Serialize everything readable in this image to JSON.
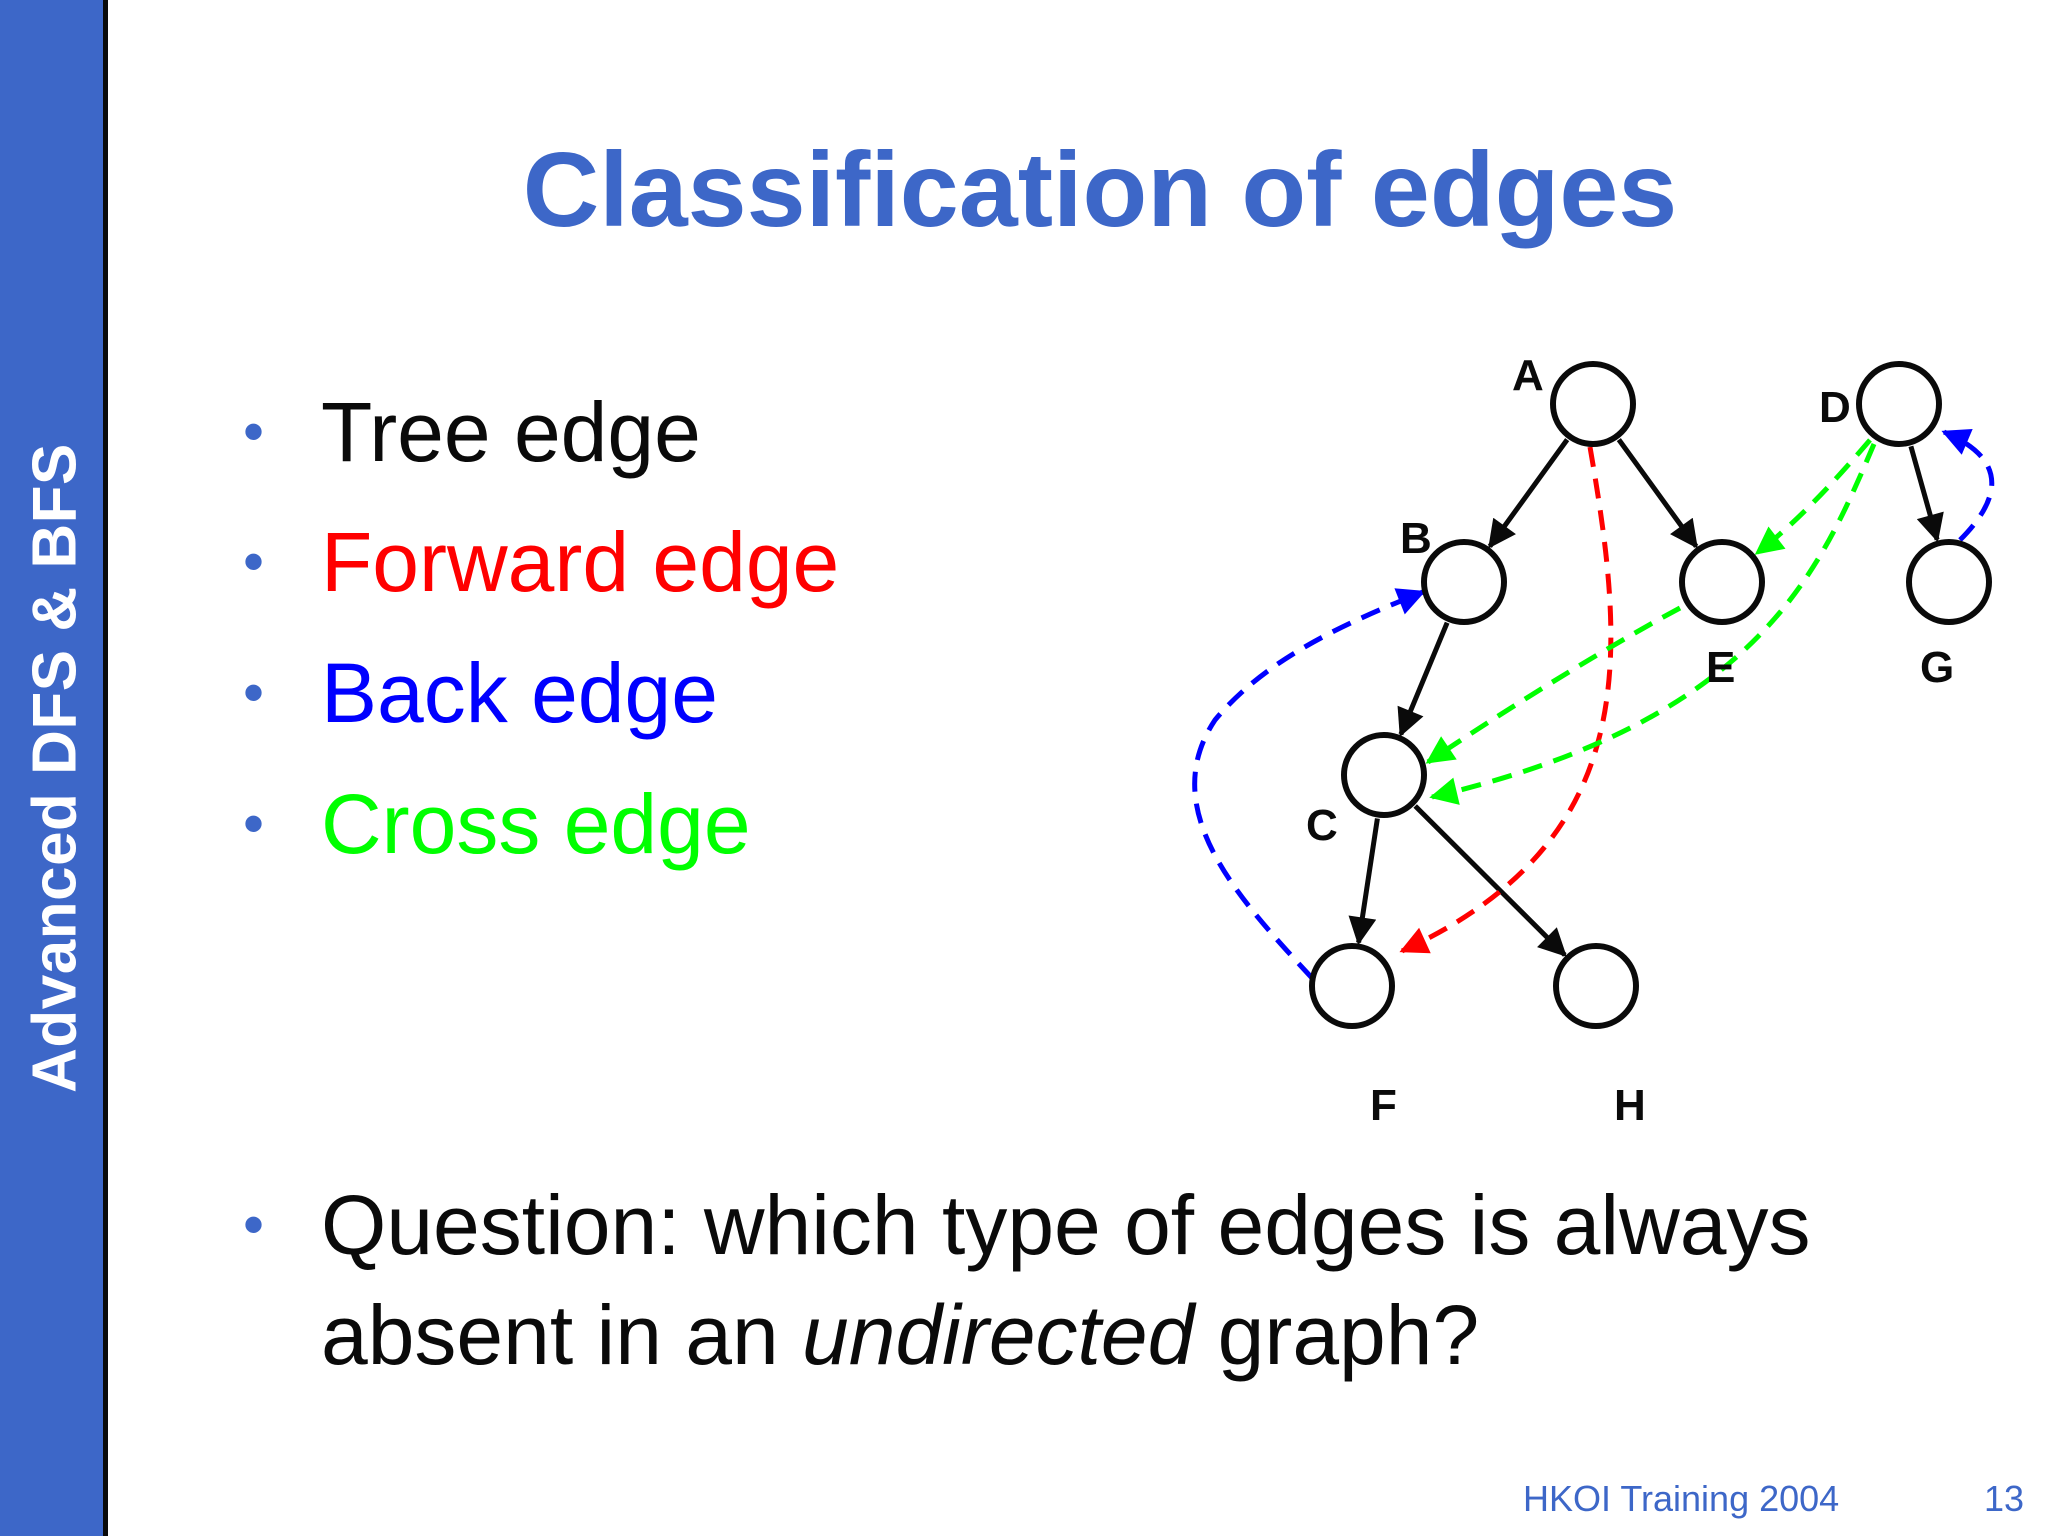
{
  "sidebar": {
    "title": "Advanced DFS & BFS"
  },
  "slide": {
    "title": "Classification of edges"
  },
  "bullets": [
    {
      "text": "Tree edge",
      "color": "#0a0a0a"
    },
    {
      "text": "Forward edge",
      "color": "#ff0000"
    },
    {
      "text": "Back edge",
      "color": "#0000ff"
    },
    {
      "text": "Cross edge",
      "color": "#00ff00"
    }
  ],
  "bullet_glyph": "•",
  "question": {
    "before": "Question: which type of edges is always absent in an ",
    "emphasis": "undirected",
    "after": " graph?"
  },
  "graph": {
    "nodes": [
      "A",
      "B",
      "C",
      "D",
      "E",
      "F",
      "G",
      "H"
    ],
    "edges": [
      {
        "from": "A",
        "to": "B",
        "type": "tree"
      },
      {
        "from": "A",
        "to": "E",
        "type": "tree"
      },
      {
        "from": "B",
        "to": "C",
        "type": "tree"
      },
      {
        "from": "C",
        "to": "F",
        "type": "tree"
      },
      {
        "from": "C",
        "to": "H",
        "type": "tree"
      },
      {
        "from": "D",
        "to": "G",
        "type": "tree"
      },
      {
        "from": "A",
        "to": "F",
        "type": "forward"
      },
      {
        "from": "F",
        "to": "B",
        "type": "back"
      },
      {
        "from": "G",
        "to": "D",
        "type": "back"
      },
      {
        "from": "E",
        "to": "C",
        "type": "cross"
      },
      {
        "from": "D",
        "to": "E",
        "type": "cross"
      },
      {
        "from": "D",
        "to": "C",
        "type": "cross"
      }
    ],
    "colors": {
      "tree": "#0a0a0a",
      "forward": "#ff0000",
      "back": "#0000ff",
      "cross": "#00ff00"
    }
  },
  "footer": {
    "left": "HKOI Training 2004",
    "page": "13"
  }
}
